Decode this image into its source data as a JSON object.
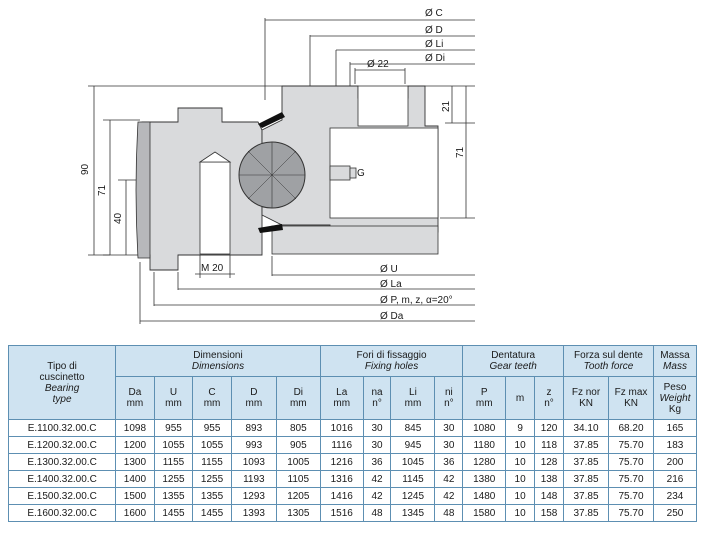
{
  "drawing": {
    "dims_right": [
      "Ø C",
      "Ø D",
      "Ø Li",
      "Ø Di"
    ],
    "hole_dim": "Ø 22",
    "height_left": [
      "90",
      "71",
      "40"
    ],
    "height_right": [
      "21",
      "71"
    ],
    "grease_label": "G",
    "m_label": "M 20",
    "dims_bottom": [
      "Ø U",
      "Ø La",
      "Ø P, m, z, α=20°",
      "Ø Da"
    ]
  },
  "table": {
    "groups": {
      "type": [
        "Tipo di",
        "cuscinetto",
        "Bearing",
        "type"
      ],
      "dimensions": [
        "Dimensioni",
        "Dimensions"
      ],
      "fixing": [
        "Fori di fissaggio",
        "Fixing holes"
      ],
      "gear": [
        "Dentatura",
        "Gear teeth"
      ],
      "force": [
        "Forza sul dente",
        "Tooth force"
      ],
      "mass": [
        "Massa",
        "Mass"
      ]
    },
    "subheaders": [
      [
        "Da",
        "mm"
      ],
      [
        "U",
        "mm"
      ],
      [
        "C",
        "mm"
      ],
      [
        "D",
        "mm"
      ],
      [
        "Di",
        "mm"
      ],
      [
        "La",
        "mm"
      ],
      [
        "na",
        "n°"
      ],
      [
        "Li",
        "mm"
      ],
      [
        "ni",
        "n°"
      ],
      [
        "P",
        "mm"
      ],
      [
        "m",
        ""
      ],
      [
        "z",
        "n°"
      ],
      [
        "Fz nor",
        "KN"
      ],
      [
        "Fz max",
        "KN"
      ],
      [
        "Peso",
        "Weight",
        "Kg"
      ]
    ],
    "rows": [
      [
        "E.1100.32.00.C",
        "1098",
        "955",
        "955",
        "893",
        "805",
        "1016",
        "30",
        "845",
        "30",
        "1080",
        "9",
        "120",
        "34.10",
        "68.20",
        "165"
      ],
      [
        "E.1200.32.00.C",
        "1200",
        "1055",
        "1055",
        "993",
        "905",
        "1116",
        "30",
        "945",
        "30",
        "1180",
        "10",
        "118",
        "37.85",
        "75.70",
        "183"
      ],
      [
        "E.1300.32.00.C",
        "1300",
        "1155",
        "1155",
        "1093",
        "1005",
        "1216",
        "36",
        "1045",
        "36",
        "1280",
        "10",
        "128",
        "37.85",
        "75.70",
        "200"
      ],
      [
        "E.1400.32.00.C",
        "1400",
        "1255",
        "1255",
        "1193",
        "1105",
        "1316",
        "42",
        "1145",
        "42",
        "1380",
        "10",
        "138",
        "37.85",
        "75.70",
        "216"
      ],
      [
        "E.1500.32.00.C",
        "1500",
        "1355",
        "1355",
        "1293",
        "1205",
        "1416",
        "42",
        "1245",
        "42",
        "1480",
        "10",
        "148",
        "37.85",
        "75.70",
        "234"
      ],
      [
        "E.1600.32.00.C",
        "1600",
        "1455",
        "1455",
        "1393",
        "1305",
        "1516",
        "48",
        "1345",
        "48",
        "1580",
        "10",
        "158",
        "37.85",
        "75.70",
        "250"
      ]
    ]
  }
}
